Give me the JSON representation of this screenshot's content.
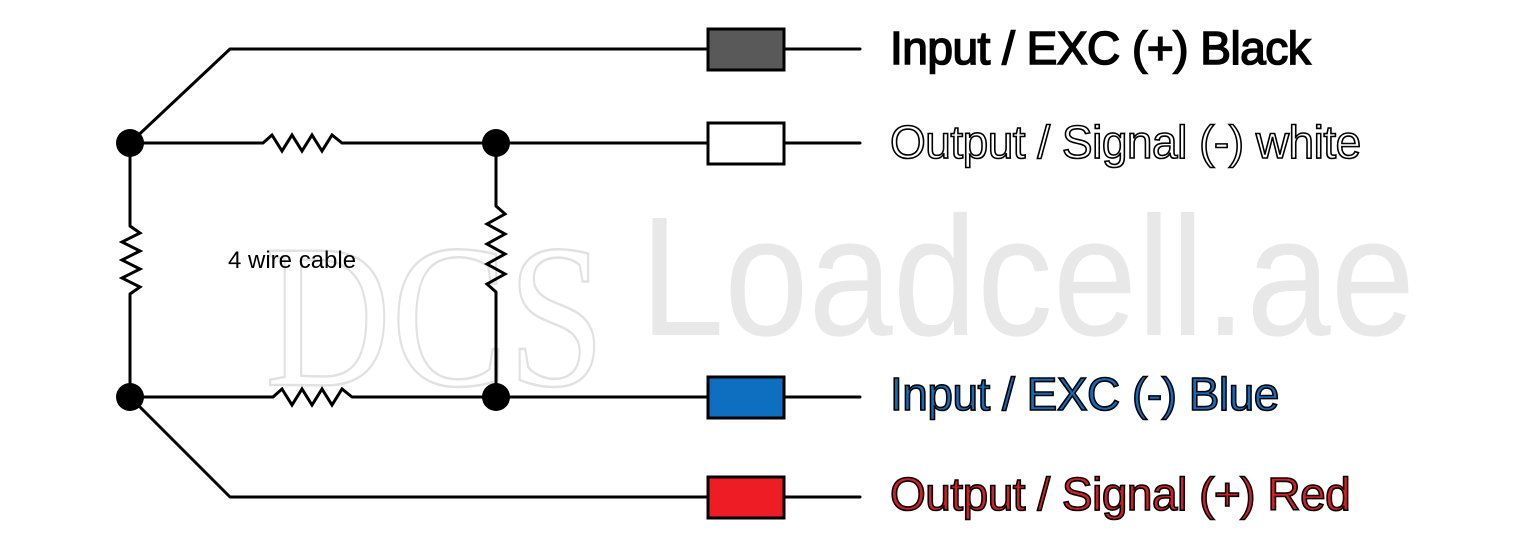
{
  "watermark": {
    "seal_text": "DCS",
    "brand_text": "Loadcell.ae"
  },
  "cable_label": "4 wire cable",
  "wires": [
    {
      "label": "Input / EXC (+) Black",
      "color": "#595959",
      "text_color": "#000000"
    },
    {
      "label": "Output / Signal (-) white",
      "color": "#ffffff",
      "text_color": "#ffffff"
    },
    {
      "label": "Input / EXC (-) Blue",
      "color": "#0e6fc0",
      "text_color": "#0e6fc0"
    },
    {
      "label": "Output / Signal (+) Red",
      "color": "#ee1c25",
      "text_color": "#d81e25"
    }
  ]
}
